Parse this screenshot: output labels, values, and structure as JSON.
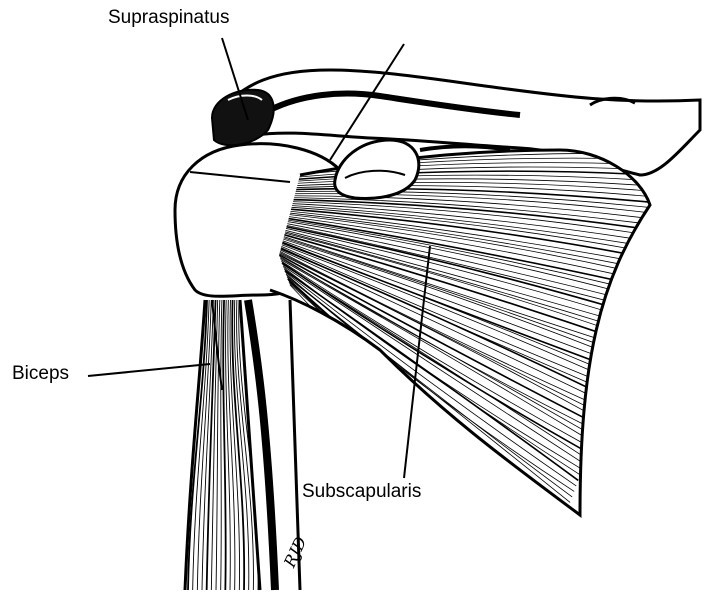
{
  "diagram": {
    "labels": {
      "supraspinatus": "Supraspinatus",
      "biceps": "Biceps",
      "subscapularis": "Subscapularis"
    },
    "signature": "RJD"
  }
}
